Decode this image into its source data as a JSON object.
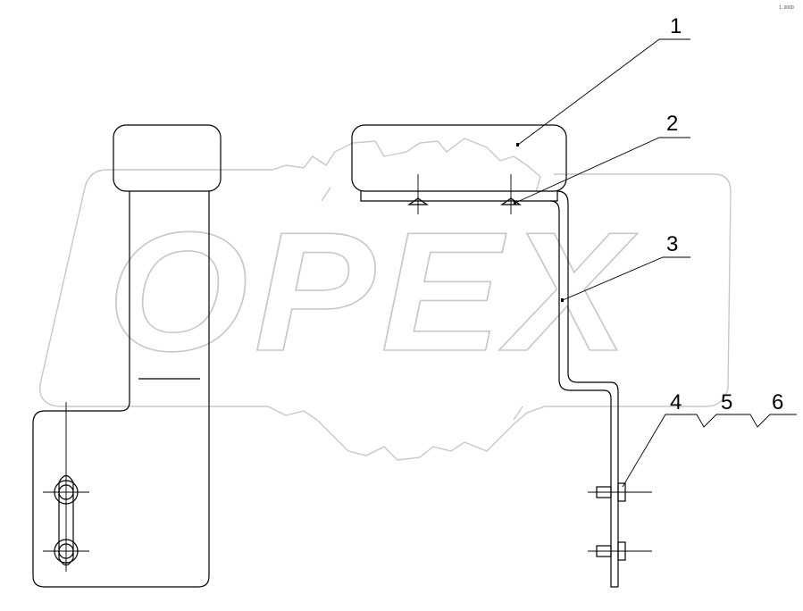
{
  "watermark": {
    "text": "OPEX",
    "color": "#c8c8c8"
  },
  "corner_code": "1. 0000",
  "callouts": [
    {
      "label": "1"
    },
    {
      "label": "2"
    },
    {
      "label": "3"
    },
    {
      "label": "4"
    },
    {
      "label": "5"
    },
    {
      "label": "6"
    }
  ],
  "colors": {
    "line": "#000000",
    "background": "#ffffff"
  }
}
